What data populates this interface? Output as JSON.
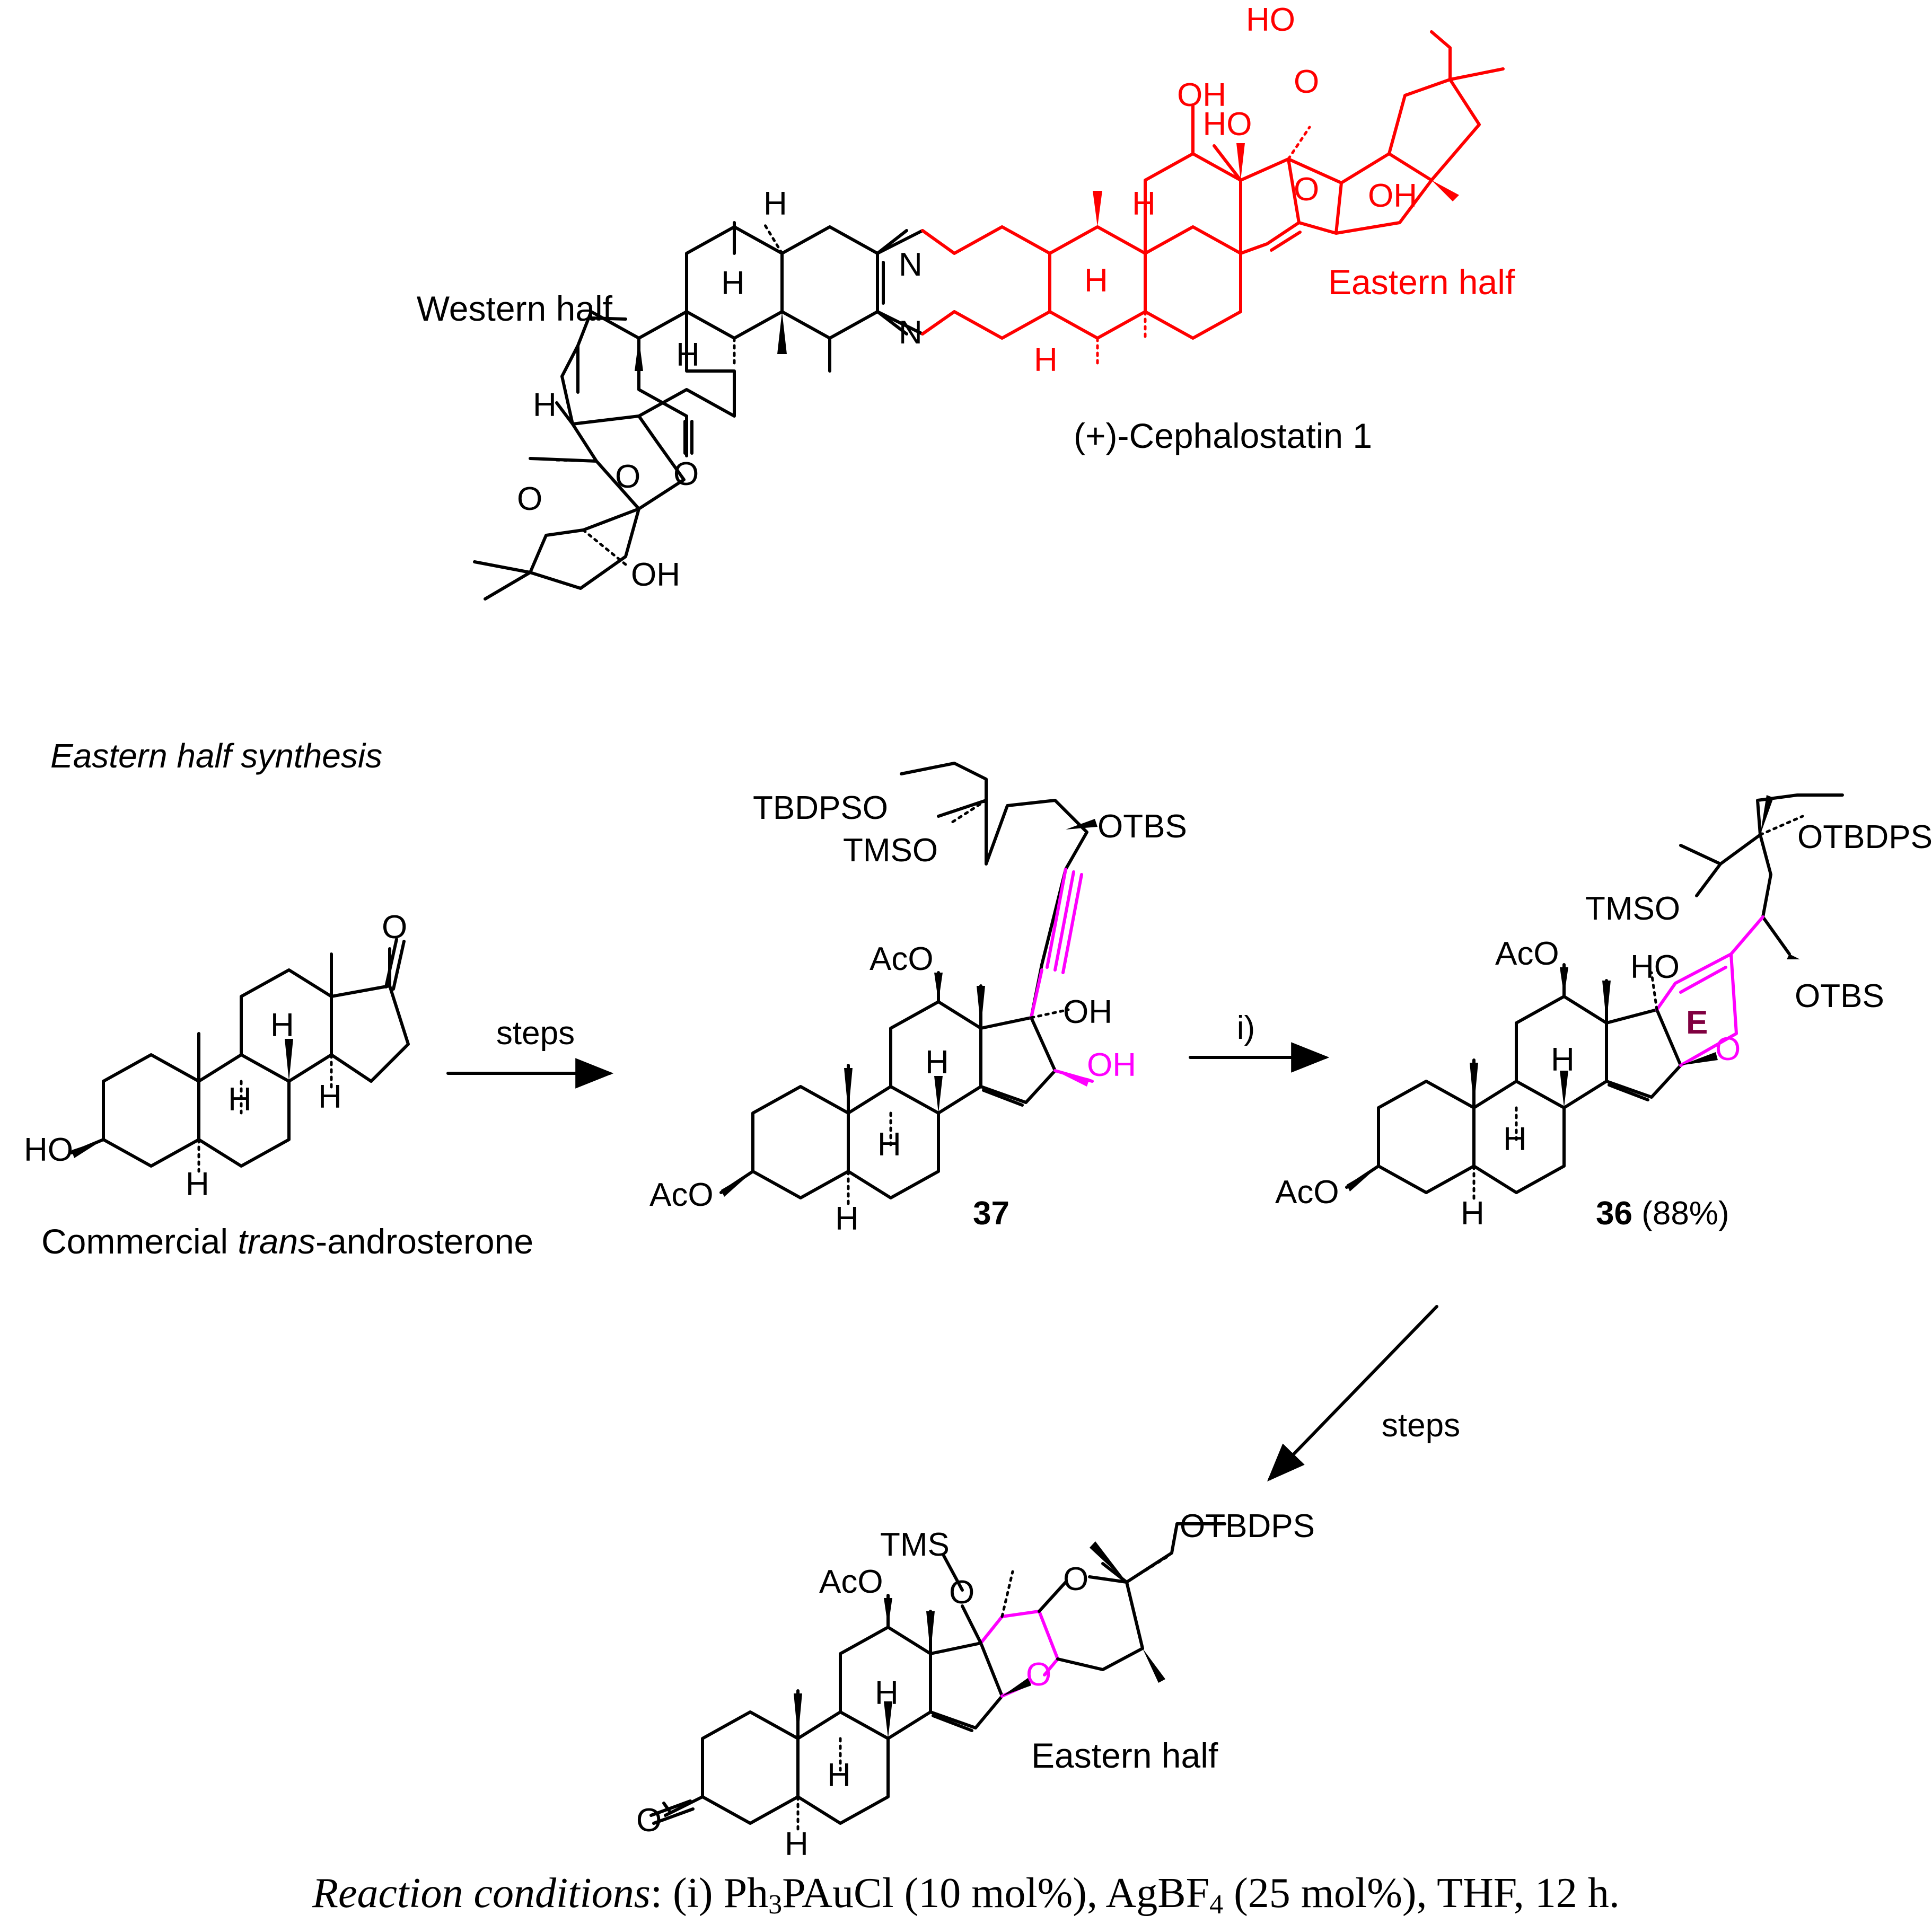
{
  "colors": {
    "bond": "#000000",
    "eastern_half": "#ff0000",
    "new_bonds": "#ff00ff",
    "ring_E_label": "#800040"
  },
  "cephalostatin": {
    "name": "(+)-Cephalostatin 1",
    "western_label": "Western half",
    "eastern_label": "Eastern half",
    "atoms": {
      "n_top": "N",
      "n_bottom": "N",
      "h_a": "H",
      "h_b": "H",
      "h_c": "H",
      "h_d": "H",
      "h_e": "H",
      "h_f": "H",
      "h_g": "H",
      "ketone_o": "O",
      "ring_o1": "O",
      "ring_o2": "O",
      "oh_w": "OH",
      "oh_12": "OH",
      "ho_17": "HO",
      "ring_o3": "O",
      "ring_o4": "O",
      "ho_top": "HO",
      "oh_23": "OH"
    }
  },
  "section_title": "Eastern half synthesis",
  "start": {
    "name_prefix": "Commercial ",
    "name_italic": "trans",
    "name_suffix": "-androsterone",
    "atoms": {
      "o": "O",
      "ho": "HO",
      "h1": "H",
      "h2": "H",
      "h3": "H",
      "h4": "H"
    }
  },
  "arrows": {
    "step1": "steps",
    "step2": "i)",
    "step3": "steps"
  },
  "cmpd37": {
    "number": "37",
    "atoms": {
      "tbdpso": "TBDPSO",
      "tmso": "TMSO",
      "otbs": "OTBS",
      "aco_top": "AcO",
      "aco_bottom": "AcO",
      "oh_1": "OH",
      "oh_2": "OH",
      "h1": "H",
      "h2": "H",
      "h3": "H"
    }
  },
  "cmpd36": {
    "number": "36",
    "yield": " (88%)",
    "ring_label": "E",
    "atoms": {
      "otbdps": "OTBDPS",
      "tmso": "TMSO",
      "otbs": "OTBS",
      "ho": "HO",
      "o": "O",
      "aco_top": "AcO",
      "aco_bottom": "AcO",
      "h1": "H",
      "h2": "H",
      "h3": "H"
    }
  },
  "eastern": {
    "label": "Eastern half",
    "atoms": {
      "tms": "TMS",
      "o_link": "O",
      "o_ring1": "O",
      "o_ring2": "O",
      "otbdps": "OTBDPS",
      "aco": "AcO",
      "ketone_o": "O",
      "h1": "H",
      "h2": "H",
      "h3": "H"
    }
  },
  "conditions": {
    "label": "Reaction conditions",
    "text": ": (i) Ph",
    "sub1": "3",
    "text2": "PAuCl (10 mol%), AgBF",
    "sub2": "4",
    "text3": " (25 mol%), THF, 12 h."
  }
}
